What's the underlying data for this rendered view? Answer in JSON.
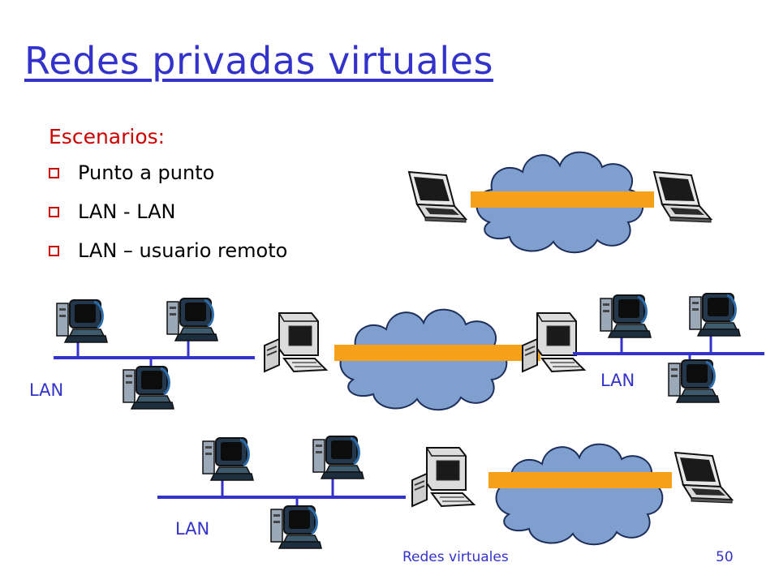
{
  "slide": {
    "title": "Redes privadas virtuales",
    "heading": "Escenarios:",
    "bullets": [
      "Punto a punto",
      "LAN - LAN",
      "LAN – usuario remoto"
    ],
    "lan_label": "LAN",
    "footer_title": "Redes virtuales",
    "page_number": "50"
  },
  "colors": {
    "title": "#3333cc",
    "heading": "#cc0000",
    "cloud": "#7f9fcf",
    "tunnel": "#f7a11a",
    "lan_line": "#3333cc"
  },
  "icons": [
    "laptop-icon",
    "cloud-icon",
    "workstation-icon",
    "server-computer-icon"
  ]
}
